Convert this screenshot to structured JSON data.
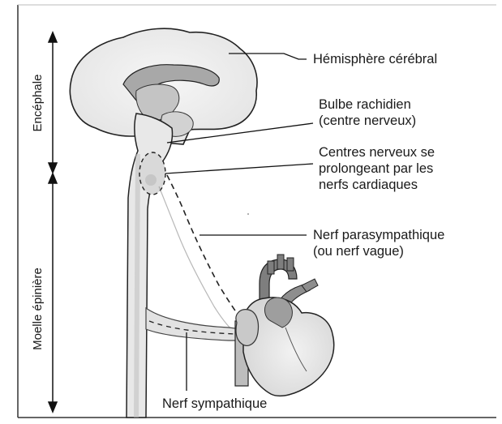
{
  "diagram": {
    "labels": {
      "hemisphere": "Hémisphère cérébral",
      "bulbe": [
        "Bulbe rachidien",
        "(centre nerveux)"
      ],
      "centres": [
        "Centres nerveux se",
        "prolongeant par les",
        "nerfs cardiaques"
      ],
      "parasympathique": [
        "Nerf parasympathique",
        "(ou nerf vague)"
      ],
      "sympathique": "Nerf sympathique",
      "encephale": "Encéphale",
      "moelle": "Moelle épinière"
    },
    "colors": {
      "tissue_light": "#ececec",
      "tissue_mid": "#cfcfcf",
      "tissue_dark": "#9a9a9a",
      "outline": "#222222",
      "heart": "#e6e6e6",
      "vessels": "#8c8c8c"
    }
  }
}
